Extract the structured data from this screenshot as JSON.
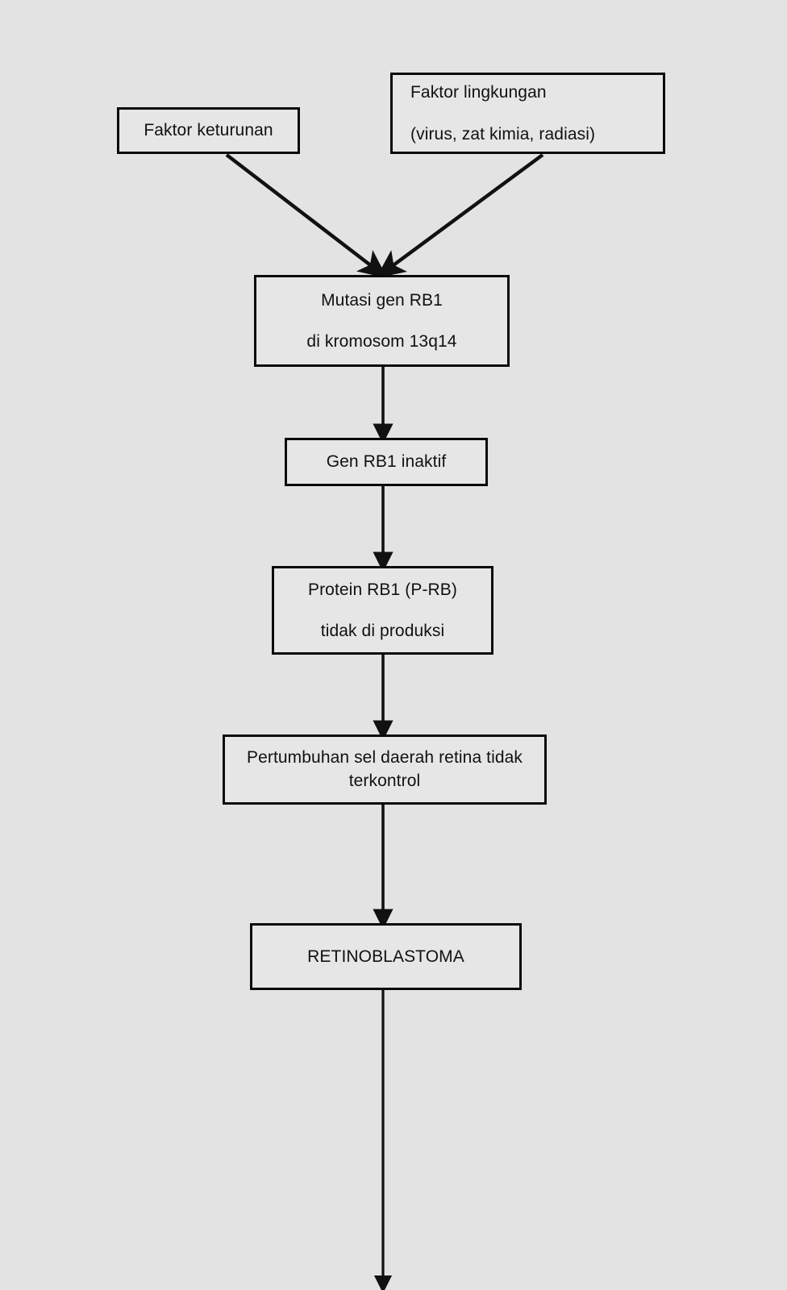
{
  "diagram": {
    "background_color": "#e3e3e3",
    "node_fill_color": "#e6e6e6",
    "node_border_color": "#0a0a0a",
    "connector_color": "#111111",
    "nodes": [
      {
        "id": "keturunan",
        "lines": [
          "Faktor keturunan"
        ]
      },
      {
        "id": "lingkungan",
        "lines": [
          "Faktor lingkungan",
          "(virus, zat kimia, radiasi)"
        ]
      },
      {
        "id": "mutasi",
        "lines": [
          "Mutasi gen RB1",
          "di kromosom 13q14"
        ]
      },
      {
        "id": "inaktif",
        "lines": [
          "Gen RB1 inaktif"
        ]
      },
      {
        "id": "protein",
        "lines": [
          "Protein RB1 (P-RB)",
          "tidak di produksi"
        ]
      },
      {
        "id": "pertumbuhan",
        "lines": [
          "Pertumbuhan sel daerah retina tidak terkontrol"
        ]
      },
      {
        "id": "retinoblastoma",
        "lines": [
          "RETINOBLASTOMA"
        ]
      }
    ],
    "edges": [
      {
        "id": "keturunan-to-mutasi",
        "from": "keturunan",
        "to": "mutasi",
        "style": "diagonal-arrow"
      },
      {
        "id": "lingkungan-to-mutasi",
        "from": "lingkungan",
        "to": "mutasi",
        "style": "diagonal-arrow"
      },
      {
        "id": "mutasi-to-inaktif",
        "from": "mutasi",
        "to": "inaktif",
        "style": "vertical-arrow"
      },
      {
        "id": "inaktif-to-protein",
        "from": "inaktif",
        "to": "protein",
        "style": "vertical-arrow"
      },
      {
        "id": "protein-to-pertumbuhan",
        "from": "protein",
        "to": "pertumbuhan",
        "style": "vertical-arrow"
      },
      {
        "id": "pertumbuhan-to-retino",
        "from": "pertumbuhan",
        "to": "retinoblastoma",
        "style": "vertical-arrow"
      },
      {
        "id": "retino-to-offpage",
        "from": "retinoblastoma",
        "to": "off-page",
        "style": "vertical-arrow"
      }
    ]
  }
}
